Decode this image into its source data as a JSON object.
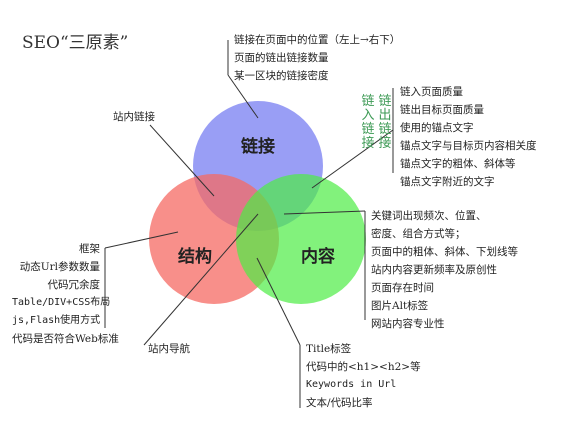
{
  "title": "SEO“三原素”",
  "circles": {
    "links": {
      "label": "链接",
      "color": "#7f86f2"
    },
    "structure": {
      "label": "结构",
      "color": "#f66a63"
    },
    "content": {
      "label": "内容",
      "color": "#4ded45"
    }
  },
  "annotations": {
    "top": [
      "链接在页面中的位置（左上→右下）",
      "页面的链出链接数量",
      "某一区块的链接密度"
    ],
    "internal_links": "站内链接",
    "vertical_in": "链入链接",
    "vertical_out": "链出链接",
    "link_quality": [
      "链入页面质量",
      "链出目标页面质量",
      "使用的锚点文字",
      "锚点文字与目标页内容相关度",
      "锚点文字的粗体、斜体等",
      "锚点文字附近的文字"
    ],
    "content_keywords": [
      "关键词出现频次、位置、",
      "密度、组合方式等；",
      "页面中的粗体、斜体、下划线等",
      "站内内容更新频率及原创性",
      "页面存在时间",
      "图片Alt标签",
      "网站内容专业性"
    ],
    "structure": [
      "框架",
      "动态Url参数数量",
      "代码冗余度",
      "Table/DIV+CSS布局",
      "js,Flash使用方式",
      "代码是否符合Web标准"
    ],
    "navigation": "站内导航",
    "tags": [
      "Title标签",
      "代码中的<h1><h2>等",
      "Keywords in Url",
      "文本/代码比率"
    ]
  }
}
